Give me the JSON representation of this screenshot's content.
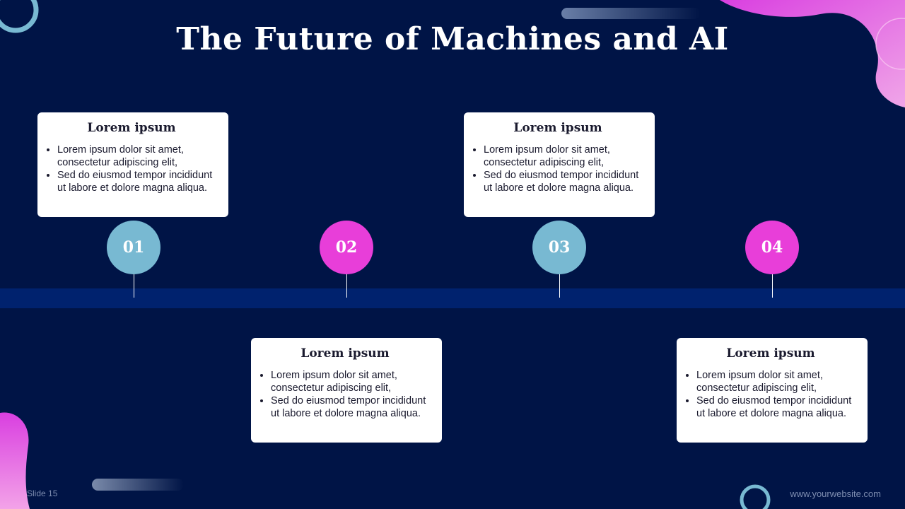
{
  "slide": {
    "title": "The Future of Machines and AI",
    "slide_number": "Slide 15",
    "website": "www.yourwebsite.com"
  },
  "colors": {
    "background": "#001446",
    "band": "#00226e",
    "accent_blue": "#78b9d2",
    "accent_pink": "#e83ed9"
  },
  "timeline": [
    {
      "number": "01",
      "color": "accent_blue",
      "card": {
        "title": "Lorem ipsum",
        "bullets": [
          "Lorem ipsum dolor sit amet, consectetur adipiscing elit,",
          "Sed do eiusmod tempor incididunt ut labore et dolore magna aliqua."
        ]
      }
    },
    {
      "number": "02",
      "color": "accent_pink",
      "card": {
        "title": "Lorem ipsum",
        "bullets": [
          "Lorem ipsum dolor sit amet, consectetur adipiscing elit,",
          "Sed do eiusmod tempor incididunt ut labore et dolore magna aliqua."
        ]
      }
    },
    {
      "number": "03",
      "color": "accent_blue",
      "card": {
        "title": "Lorem ipsum",
        "bullets": [
          "Lorem ipsum dolor sit amet, consectetur adipiscing elit,",
          "Sed do eiusmod tempor incididunt ut labore et dolore magna aliqua."
        ]
      }
    },
    {
      "number": "04",
      "color": "accent_pink",
      "card": {
        "title": "Lorem ipsum",
        "bullets": [
          "Lorem ipsum dolor sit amet, consectetur adipiscing elit,",
          "Sed do eiusmod tempor incididunt ut labore et dolore magna aliqua."
        ]
      }
    }
  ]
}
